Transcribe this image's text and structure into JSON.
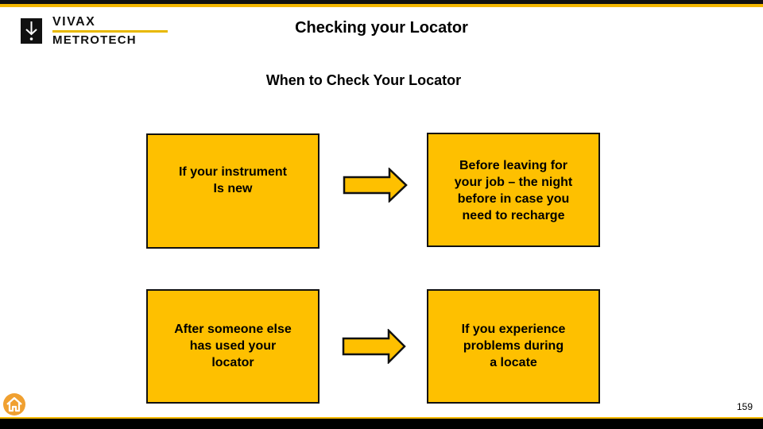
{
  "header": {
    "title": "Checking your Locator",
    "logo_text_top": "VIVAX",
    "logo_text_bottom": "METROTECH"
  },
  "subtitle": "When to Check Your Locator",
  "flow": [
    {
      "from": "If your instrument\nIs new",
      "to": "Before leaving for\nyour job – the night\nbefore in case you\n need to recharge"
    },
    {
      "from": "After someone else\nhas used your\nlocator",
      "to": "If you experience\nproblems during\na locate"
    }
  ],
  "footer": {
    "page_number": "159",
    "home_icon": "home-icon"
  },
  "colors": {
    "accent": "#fec000",
    "bar": "#f5b800",
    "home": "#f0a030"
  }
}
